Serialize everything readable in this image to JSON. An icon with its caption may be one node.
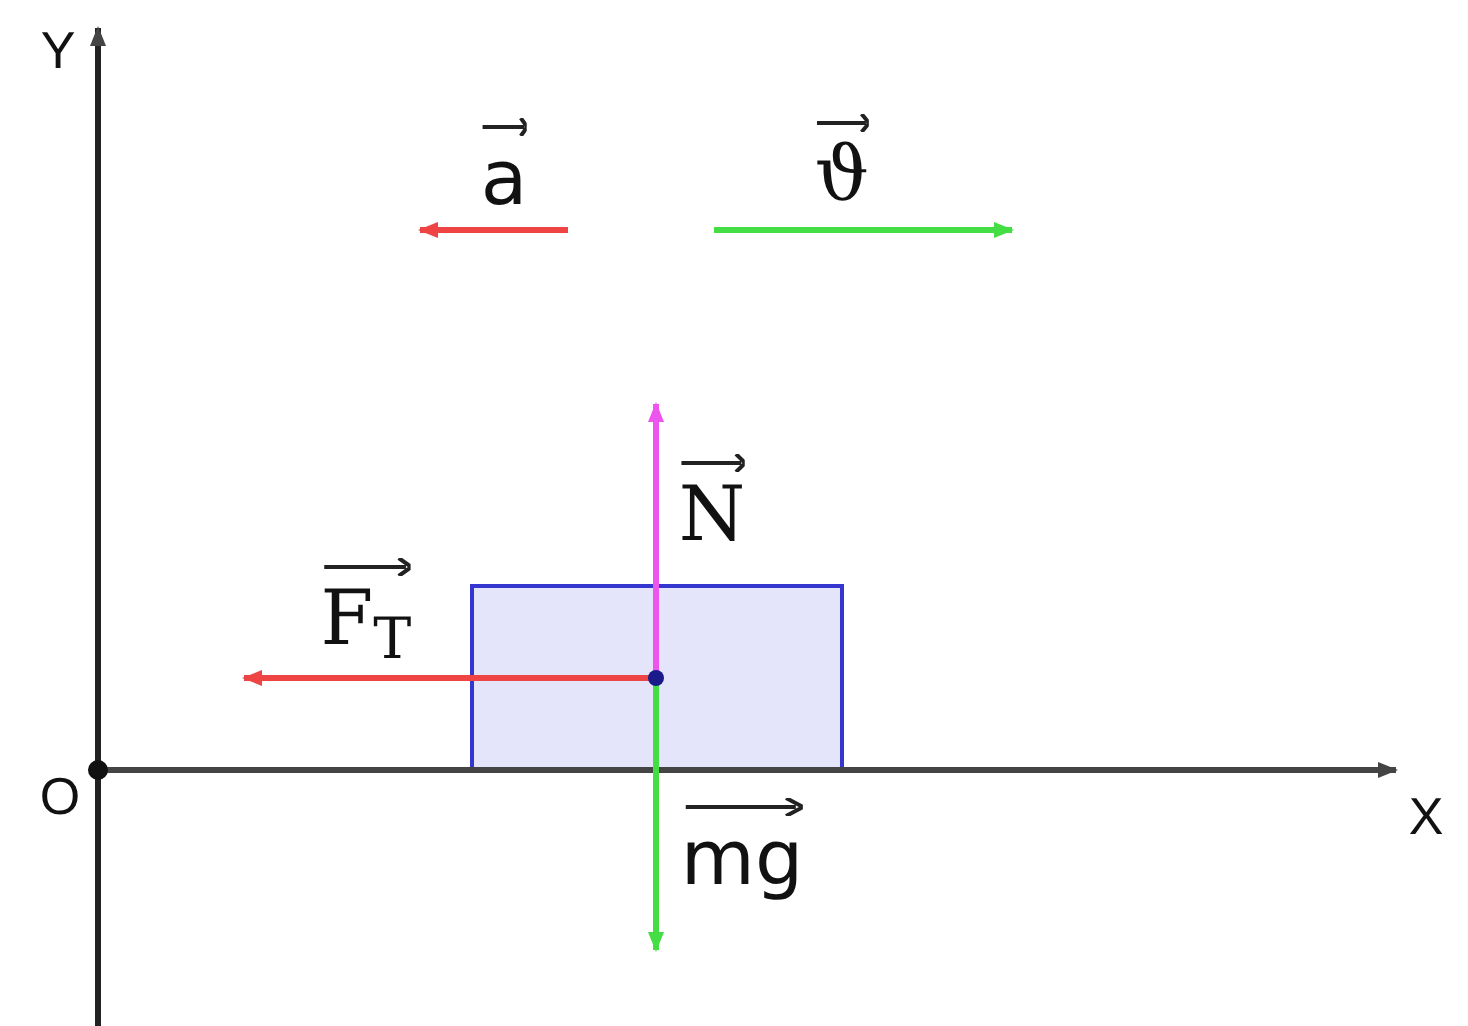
{
  "diagram": {
    "nodes": [
      {
        "text": [],
        "shape": "box"
      }
    ],
    "labels": [
      "Y",
      "a",
      "ϑ",
      "N",
      "F$_{T}$",
      "O",
      "mg",
      "X"
    ]
  }
}
